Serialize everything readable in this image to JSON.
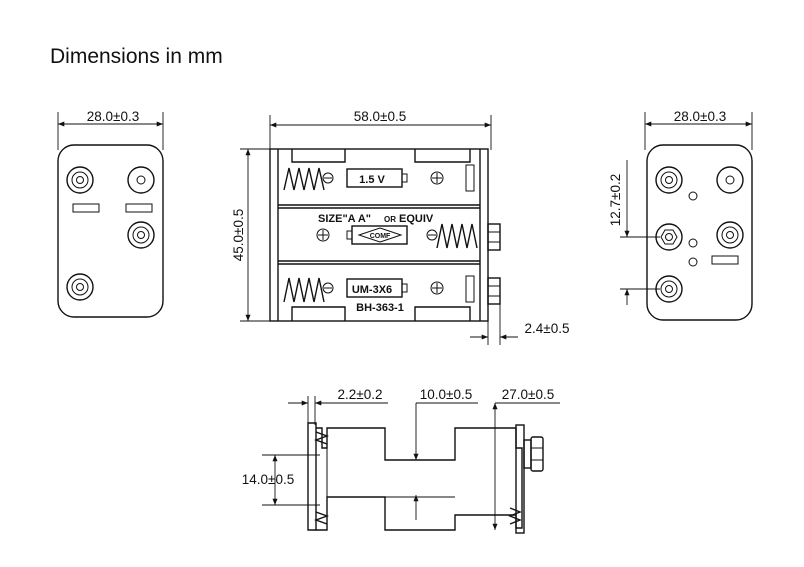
{
  "title": "Dimensions in mm",
  "front_view": {
    "width_label": "28.0±0.3"
  },
  "top_view": {
    "width_label": "58.0±0.5",
    "height_label": "45.0±0.5",
    "offset_label": "2.4±0.5",
    "voltage_text": "1.5 V",
    "size_text_main": "SIZE\"A A\"",
    "size_text_small": "OR",
    "size_text_end": "EQUIV",
    "brand_text": "COMF",
    "model_text": "UM-3X6",
    "part_number": "BH-363-1"
  },
  "rear_view": {
    "width_label": "28.0±0.3",
    "spacing_label": "12.7±0.2"
  },
  "side_view": {
    "thickness_label": "2.2±0.2",
    "gap_label": "10.0±0.5",
    "depth_label": "27.0±0.5",
    "slot_label": "14.0±0.5"
  }
}
